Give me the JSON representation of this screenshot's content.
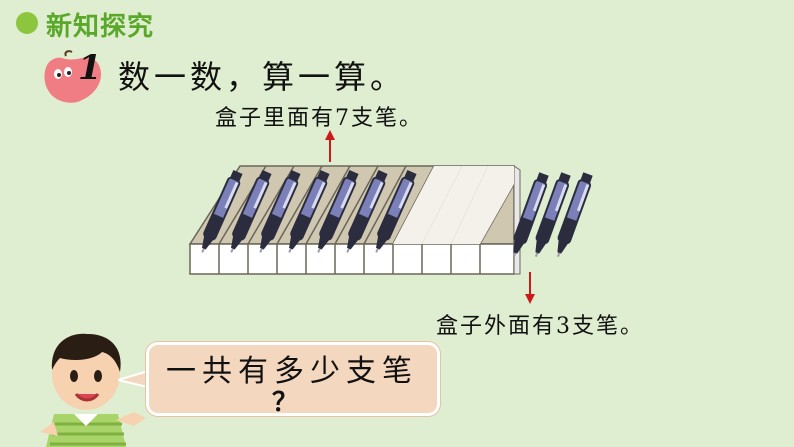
{
  "section": {
    "title": "新知探究"
  },
  "task": {
    "number": "1",
    "instruction": "数一数，算一算。"
  },
  "labels": {
    "inside": "盒子里面有7支笔。",
    "outside": "盒子外面有3支笔。"
  },
  "bubble": {
    "question": "一共有多少支笔",
    "mark": "？"
  },
  "colors": {
    "accent": "#8cc63f",
    "arrow": "#cc1a1a",
    "pen_body": "#7b80b8",
    "pen_dark": "#2b2c3e"
  }
}
